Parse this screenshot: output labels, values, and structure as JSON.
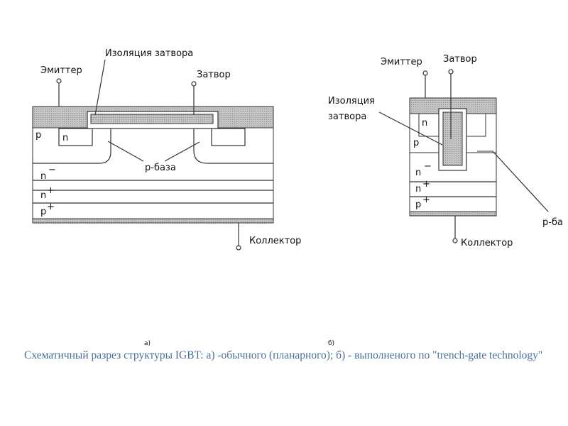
{
  "figure_a": {
    "emitter": "Эмиттер",
    "gate_isolation": "Изоляция затвора",
    "gate": "Затвор",
    "p": "p",
    "n": "n",
    "p_base": "p-база",
    "n_minus": "n",
    "n_minus_sup": "−",
    "n_plus": "n",
    "n_plus_sup": "+",
    "p_plus": "p",
    "p_plus_sup": "+",
    "collector": "Коллектор",
    "sublabel": "а)"
  },
  "figure_b": {
    "emitter": "Эмиттер",
    "gate": "Затвор",
    "gate_isolation_line1": "Изоляция",
    "gate_isolation_line2": "затвора",
    "n": "n",
    "p": "p",
    "n_minus": "n",
    "n_minus_sup": "−",
    "n_plus": "n",
    "n_plus_sup": "+",
    "p_plus": "p",
    "p_plus_sup": "+",
    "p_base": "p-ба",
    "collector": "Коллектор",
    "sublabel": "б)"
  },
  "caption": "Схематичный разрез структуры IGBT: а) -обычного (планарного); б) - выполненого по \"trench-gate technology\""
}
